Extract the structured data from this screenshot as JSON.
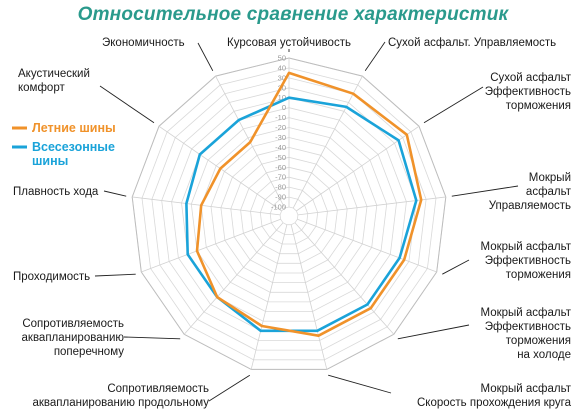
{
  "title": "Относительное сравнение характеристик",
  "chart_data": {
    "type": "radar",
    "title": "Относительное сравнение характеристик",
    "axes": [
      [
        "Курсовая устойчивость"
      ],
      [
        "Сухой асфальт. Управляемость"
      ],
      [
        "Сухой асфальт",
        "Эффективность",
        "торможения"
      ],
      [
        "Мокрый",
        "асфальт",
        "Управляемость"
      ],
      [
        "Мокрый асфальт",
        "Эффективность",
        "торможения"
      ],
      [
        "Мокрый асфальт",
        "Эффективность",
        "торможения",
        "на холоде"
      ],
      [
        "Мокрый асфальт",
        "Скорость прохождения круга"
      ],
      [
        "Сопротивляемость",
        "аквапланированию продольному"
      ],
      [
        "Сопротивляемость",
        "аквапланированию",
        "поперечному"
      ],
      [
        "Проходимость"
      ],
      [
        "Плавность хода"
      ],
      [
        "Акустический",
        "комфорт"
      ],
      [
        "Экономичность"
      ]
    ],
    "ticks": [
      "-100",
      "-90",
      "-80",
      "-70",
      "-60",
      "-50",
      "-40",
      "-30",
      "-20",
      "-10",
      "0",
      "10",
      "20",
      "30",
      "40",
      "50"
    ],
    "rlim": [
      -100,
      50
    ],
    "series": [
      {
        "name": "Летние шины",
        "color": "#f0922a",
        "values": [
          35,
          30,
          35,
          25,
          15,
          15,
          15,
          5,
          0,
          -10,
          -20,
          -25,
          -25
        ]
      },
      {
        "name": "Всесезонные шины",
        "color": "#1aa3d9",
        "values": [
          10,
          15,
          25,
          20,
          10,
          10,
          10,
          10,
          0,
          0,
          -5,
          0,
          0
        ]
      }
    ],
    "legend_position": "left",
    "grid": true
  }
}
